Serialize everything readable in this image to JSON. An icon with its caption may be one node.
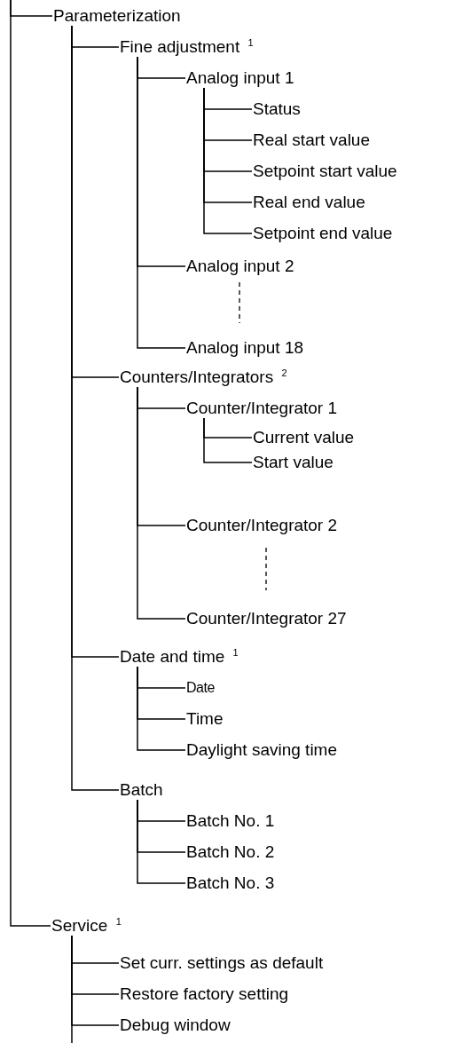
{
  "diagram": {
    "nodes": [
      {
        "text": [
          "Parameterization"
        ]
      },
      {
        "text": [
          "Fine adjustment $^{1}$"
        ]
      },
      {
        "text": [
          "Analog input 1"
        ]
      },
      {
        "text": [
          "Status"
        ]
      },
      {
        "text": [
          "Real start value"
        ]
      },
      {
        "text": [
          "Setpoint start value"
        ]
      },
      {
        "text": [
          "Real end value"
        ]
      },
      {
        "text": [
          "Setpoint end value"
        ]
      },
      {
        "text": [
          "Analog input 2"
        ]
      },
      {
        "text": [
          "Analog input 18"
        ]
      },
      {
        "text": [
          "Counters/Integrators $^{2}$"
        ]
      },
      {
        "text": [
          "Counter/Integrator 1"
        ]
      },
      {
        "text": [
          "Current value"
        ]
      },
      {
        "text": [
          "Start value"
        ]
      },
      {
        "text": [
          "Counter/Integrator 2"
        ]
      },
      {
        "text": [
          "Counter/Integrator 27"
        ]
      },
      {
        "text": [
          "Date and time $^{1}$"
        ]
      },
      {
        "text": [
          "Date"
        ]
      },
      {
        "text": [
          "Time"
        ]
      },
      {
        "text": [
          "Daylight saving time"
        ]
      },
      {
        "text": [
          "Batch"
        ]
      },
      {
        "text": [
          "Batch No. 1"
        ]
      },
      {
        "text": [
          "Batch No. 2"
        ]
      },
      {
        "text": [
          "Batch No. 3"
        ]
      },
      {
        "text": [
          "Service $^{1}$"
        ]
      },
      {
        "text": [
          "Set curr. settings as default"
        ]
      },
      {
        "text": [
          "Restore factory setting"
        ]
      },
      {
        "text": [
          "Debug window"
        ]
      }
    ],
    "edges": [
      {
        "from": null,
        "to": 0,
        "arrow": "none"
      },
      {
        "from": 0,
        "to": 1,
        "arrow": "none"
      },
      {
        "from": 1,
        "to": 2,
        "arrow": "none"
      },
      {
        "from": 2,
        "to": 3,
        "arrow": "none"
      },
      {
        "from": 2,
        "to": 4,
        "arrow": "none"
      },
      {
        "from": 2,
        "to": 5,
        "arrow": "none"
      },
      {
        "from": 2,
        "to": 6,
        "arrow": "none"
      },
      {
        "from": 2,
        "to": 7,
        "arrow": "none"
      },
      {
        "from": 1,
        "to": 8,
        "arrow": "none"
      },
      {
        "from": 1,
        "to": 9,
        "arrow": "none"
      },
      {
        "from": 0,
        "to": 10,
        "arrow": "none"
      },
      {
        "from": 10,
        "to": 11,
        "arrow": "none"
      },
      {
        "from": 11,
        "to": 12,
        "arrow": "none"
      },
      {
        "from": 11,
        "to": 13,
        "arrow": "none"
      },
      {
        "from": 10,
        "to": 14,
        "arrow": "none"
      },
      {
        "from": 10,
        "to": 15,
        "arrow": "none"
      },
      {
        "from": 0,
        "to": 16,
        "arrow": "none"
      },
      {
        "from": 16,
        "to": 17,
        "arrow": "none"
      },
      {
        "from": 16,
        "to": 18,
        "arrow": "none"
      },
      {
        "from": 16,
        "to": 19,
        "arrow": "none"
      },
      {
        "from": 0,
        "to": 20,
        "arrow": "none"
      },
      {
        "from": 20,
        "to": 21,
        "arrow": "none"
      },
      {
        "from": 20,
        "to": 22,
        "arrow": "none"
      },
      {
        "from": 20,
        "to": 23,
        "arrow": "none"
      },
      {
        "from": null,
        "to": 24,
        "arrow": "none"
      },
      {
        "from": 24,
        "to": 25,
        "arrow": "none"
      },
      {
        "from": 24,
        "to": 26,
        "arrow": "none"
      },
      {
        "from": 24,
        "to": 27,
        "arrow": "none"
      },
      {
        "from": 24,
        "to": null,
        "arrow": "none"
      }
    ]
  }
}
